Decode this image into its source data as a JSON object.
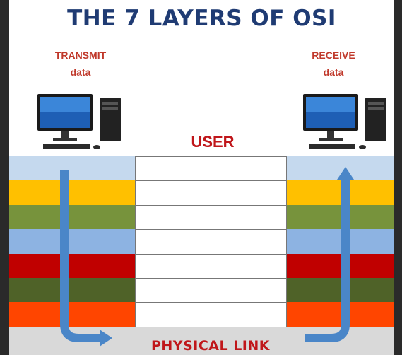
{
  "title": "THE 7 LAYERS OF OSI",
  "transmit": {
    "line1": "TRANSMIT",
    "line2": "data"
  },
  "receive": {
    "line1": "RECEIVE",
    "line2": "data"
  },
  "user_label": "USER",
  "physical_label": "PHYSICAL LINK",
  "layer_colors": [
    "#c5d9ee",
    "#ffc000",
    "#77933c",
    "#8db3e2",
    "#c00000",
    "#4f6228",
    "#ff4500"
  ],
  "bottom_band_color": "#d9d9d9",
  "arrow_color": "#4a86c8",
  "icons": {
    "computer": "desktop-computer-icon",
    "arrow_down": "transmit-arrow",
    "arrow_up": "receive-arrow"
  }
}
